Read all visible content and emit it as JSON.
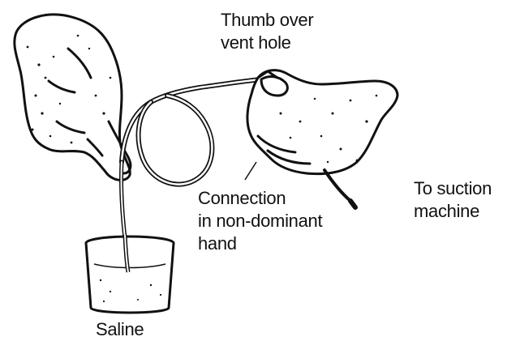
{
  "labels": {
    "thumb_line1": "Thumb over",
    "thumb_line2": "vent hole",
    "connection_line1": "Connection",
    "connection_line2": "in non-dominant",
    "connection_line3": "hand",
    "suction_line1": "To suction",
    "suction_line2": "machine",
    "saline": "Saline"
  },
  "colors": {
    "ink": "#111111",
    "background": "#ffffff"
  }
}
